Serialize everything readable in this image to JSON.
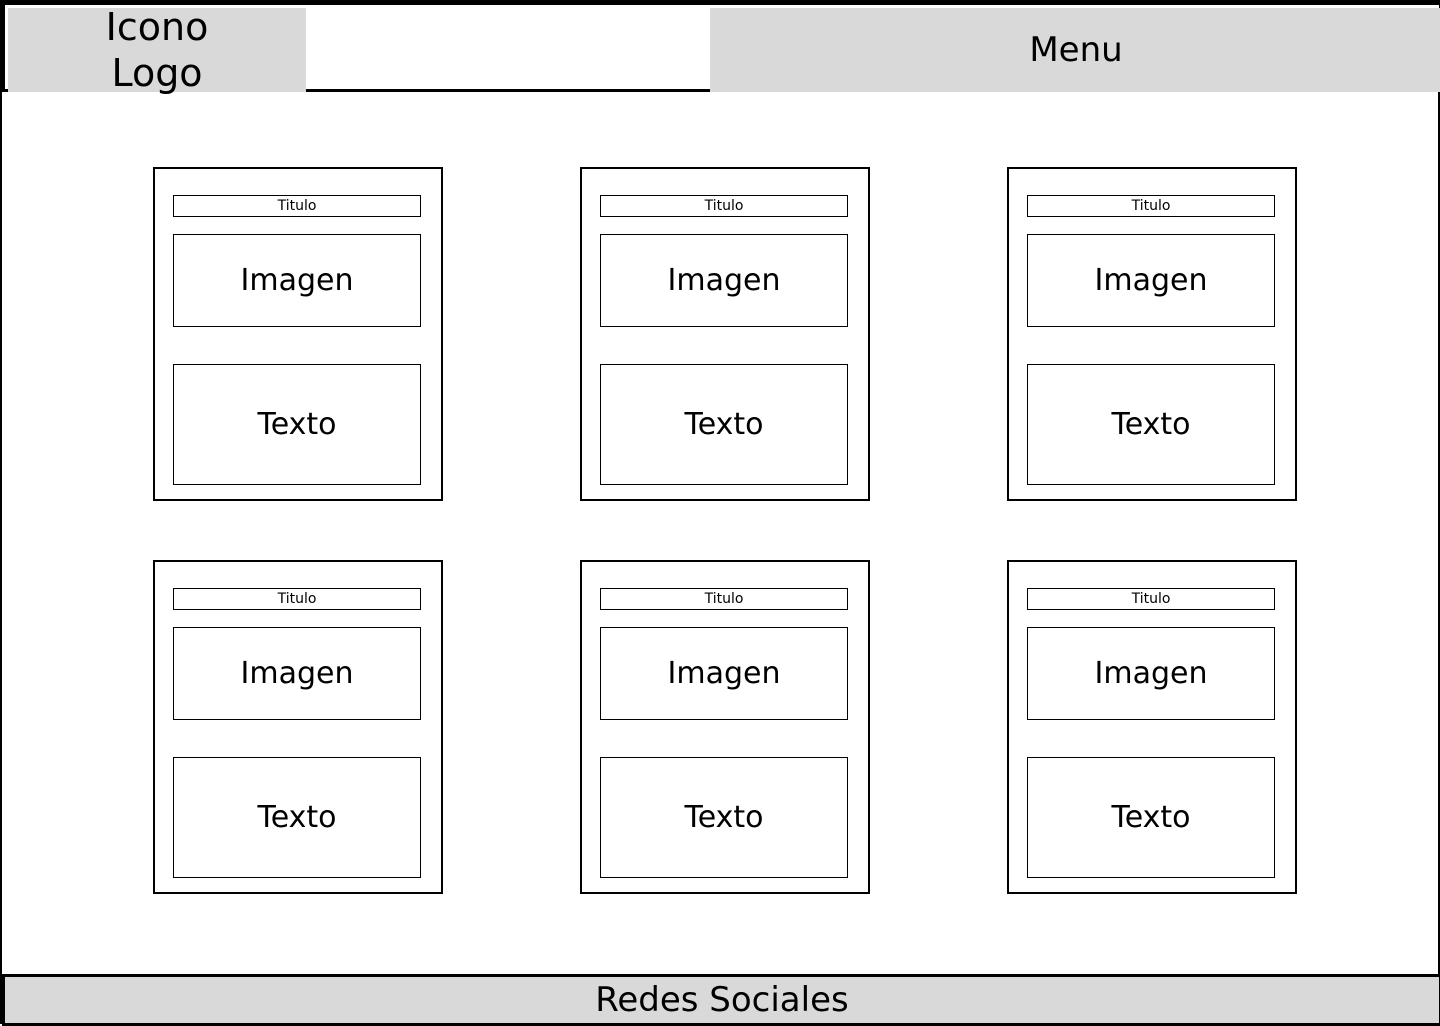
{
  "header": {
    "logo_line1": "Icono",
    "logo_line2": "Logo",
    "menu_label": "Menu"
  },
  "cards": [
    {
      "title": "Titulo",
      "image": "Imagen",
      "text": "Texto"
    },
    {
      "title": "Titulo",
      "image": "Imagen",
      "text": "Texto"
    },
    {
      "title": "Titulo",
      "image": "Imagen",
      "text": "Texto"
    },
    {
      "title": "Titulo",
      "image": "Imagen",
      "text": "Texto"
    },
    {
      "title": "Titulo",
      "image": "Imagen",
      "text": "Texto"
    },
    {
      "title": "Titulo",
      "image": "Imagen",
      "text": "Texto"
    }
  ],
  "footer": {
    "label": "Redes Sociales"
  },
  "colors": {
    "placeholder_fill": "#d9d9d9",
    "outline": "#000000",
    "background": "#ffffff"
  }
}
